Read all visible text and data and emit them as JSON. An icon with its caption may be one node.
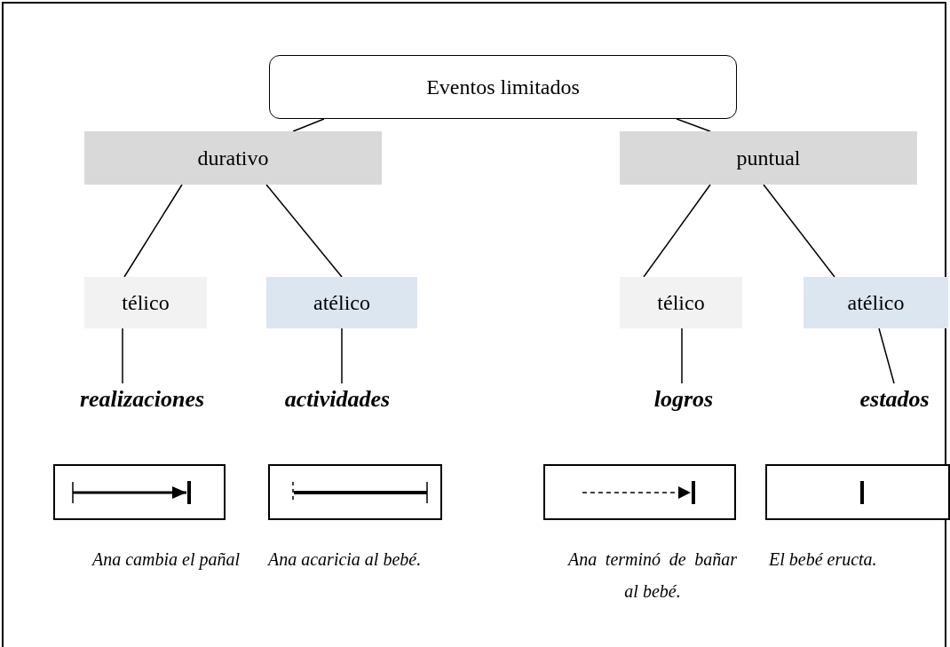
{
  "diagram": {
    "nodes": [
      {
        "text": [
          "Eventos limitados"
        ]
      },
      {
        "text": [
          "durativo"
        ]
      },
      {
        "text": [
          "puntual"
        ]
      },
      {
        "text": [
          "télico"
        ]
      },
      {
        "text": [
          "atélico"
        ]
      },
      {
        "text": [
          "télico"
        ]
      },
      {
        "text": [
          "atélico"
        ]
      },
      {
        "text": [
          "realizaciones"
        ]
      },
      {
        "text": [
          "actividades"
        ]
      },
      {
        "text": [
          "logros"
        ]
      },
      {
        "text": [
          "estados"
        ]
      },
      {
        "text": [],
        "shape": "box"
      },
      {
        "text": [],
        "shape": "box"
      },
      {
        "text": [],
        "shape": "box"
      },
      {
        "text": [],
        "shape": "box"
      }
    ],
    "edges": [
      {
        "from": 0,
        "to": 1,
        "arrow": "none"
      },
      {
        "from": 0,
        "to": 2,
        "arrow": "none"
      },
      {
        "from": 1,
        "to": 3,
        "arrow": "none"
      },
      {
        "from": 1,
        "to": 4,
        "arrow": "none"
      },
      {
        "from": 2,
        "to": 5,
        "arrow": "none"
      },
      {
        "from": 2,
        "to": 6,
        "arrow": "none"
      },
      {
        "from": 3,
        "to": 7,
        "arrow": "none"
      },
      {
        "from": 4,
        "to": 8,
        "arrow": "none"
      },
      {
        "from": 5,
        "to": 9,
        "arrow": "none"
      },
      {
        "from": 6,
        "to": 10,
        "arrow": "none"
      }
    ],
    "labels": [
      "Ana cambia el pañal",
      "Ana acaricia al bebé.",
      "Ana terminó de bañar al bebé.",
      "El bebé eructa."
    ]
  }
}
